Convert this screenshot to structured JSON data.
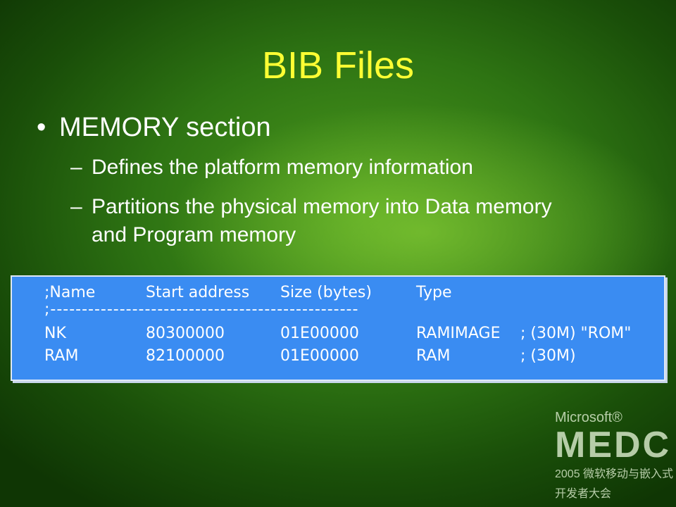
{
  "slide": {
    "title": "BIB Files",
    "bullet": "MEMORY section",
    "bullet_marker": "•",
    "dash_marker": "–",
    "subs": [
      "Defines the platform memory information",
      "Partitions the physical memory into Data memory and Program memory"
    ]
  },
  "code": {
    "header": [
      ";Name",
      "Start address",
      "Size (bytes)",
      "Type"
    ],
    "separator": ";-------------------------------------------------",
    "rows": [
      [
        "NK",
        "80300000",
        "01E00000",
        "RAMIMAGE",
        "; (30M) \"ROM\""
      ],
      [
        "RAM",
        "82100000",
        "01E00000",
        "RAM",
        "; (30M)"
      ]
    ]
  },
  "logo": {
    "brand": "Microsoft®",
    "name": "MEDC",
    "line1": "2005 微软移动与嵌入式",
    "line2": "开发者大会"
  },
  "colors": {
    "title": "#ffff33",
    "code_bg": "#3a8cf2",
    "text": "#ffffff"
  }
}
